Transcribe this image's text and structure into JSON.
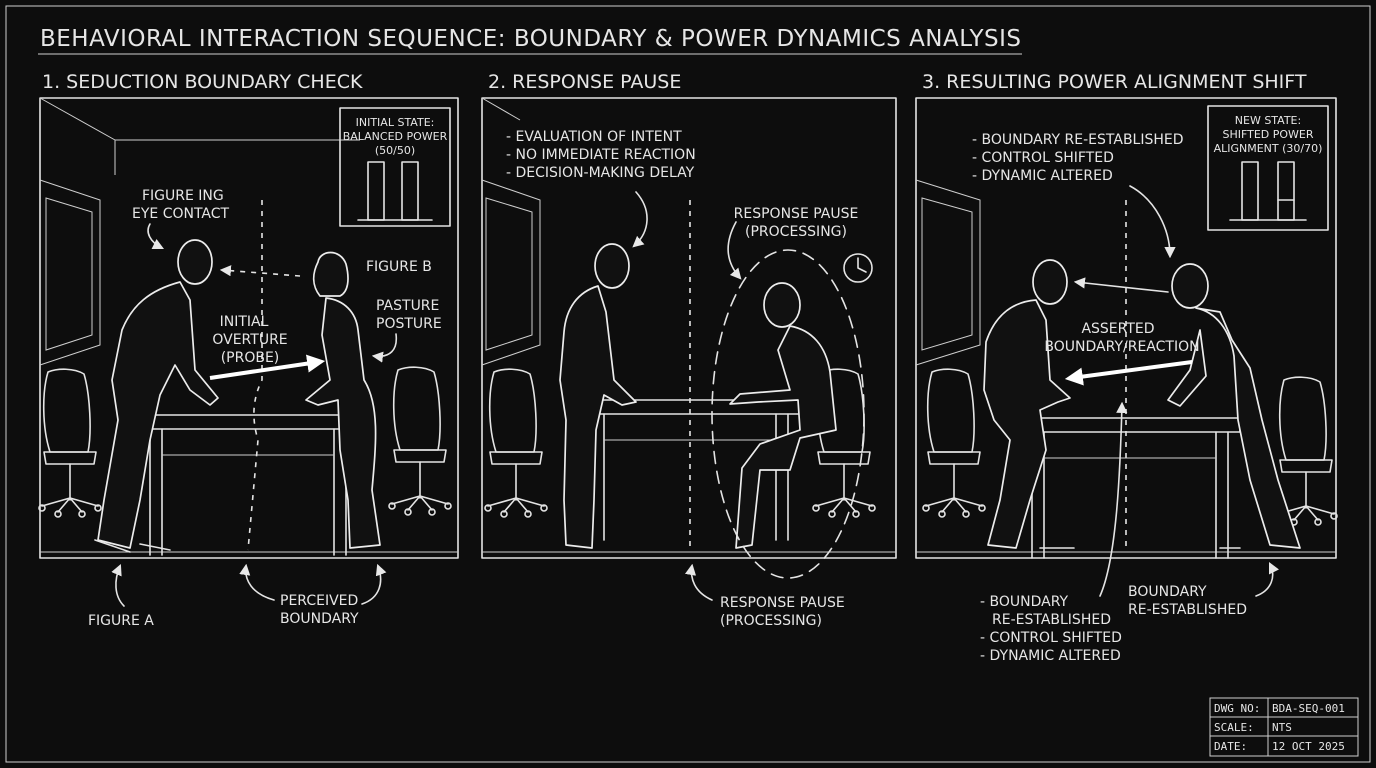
{
  "title": "BEHAVIORAL INTERACTION SEQUENCE: BOUNDARY & POWER DYNAMICS ANALYSIS",
  "panels": [
    {
      "heading": "1. SEDUCTION BOUNDARY CHECK",
      "state_box": {
        "lines": [
          "INITIAL STATE:",
          "BALANCED POWER",
          "(50/50)"
        ]
      },
      "labels": {
        "eye_contact": [
          "FIGURE ING",
          "EYE CONTACT"
        ],
        "figure_b": "FIGURE B",
        "posture": [
          "PASTURE",
          "POSTURE"
        ],
        "overture": [
          "INITIAL",
          "OVERTURE",
          "(PROBE)"
        ],
        "figure_a": "FIGURE A",
        "boundary": [
          "PERCEIVED",
          "BOUNDARY"
        ]
      }
    },
    {
      "heading": "2. RESPONSE PAUSE",
      "notes": [
        "- EVALUATION OF INTENT",
        "- NO IMMEDIATE REACTION",
        "- DECISION-MAKING DELAY"
      ],
      "labels": {
        "pause_top": [
          "RESPONSE PAUSE",
          "(PROCESSING)"
        ],
        "pause_bottom": [
          "RESPONSE PAUSE",
          "(PROCESSING)"
        ]
      }
    },
    {
      "heading": "3. RESULTING POWER ALIGNMENT SHIFT",
      "state_box": {
        "lines": [
          "NEW STATE:",
          "SHIFTED POWER",
          "ALIGNMENT (30/70)"
        ]
      },
      "notes": [
        "- BOUNDARY RE-ESTABLISHED",
        "- CONTROL SHIFTED",
        "- DYNAMIC ALTERED"
      ],
      "labels": {
        "asserted": [
          "ASSERTED",
          "BOUNDARY/REACTION"
        ],
        "notes_bottom": [
          "- BOUNDARY",
          "RE-ESTABLISHED",
          "- CONTROL SHIFTED",
          "- DYNAMIC ALTERED"
        ],
        "reestablished": [
          "BOUNDARY",
          "RE-ESTABLISHED"
        ]
      }
    }
  ],
  "title_block": [
    {
      "key": "DWG NO:",
      "value": "BDA-SEQ-001"
    },
    {
      "key": "SCALE:",
      "value": "NTS"
    },
    {
      "key": "DATE:",
      "value": "12 OCT 2025"
    }
  ]
}
